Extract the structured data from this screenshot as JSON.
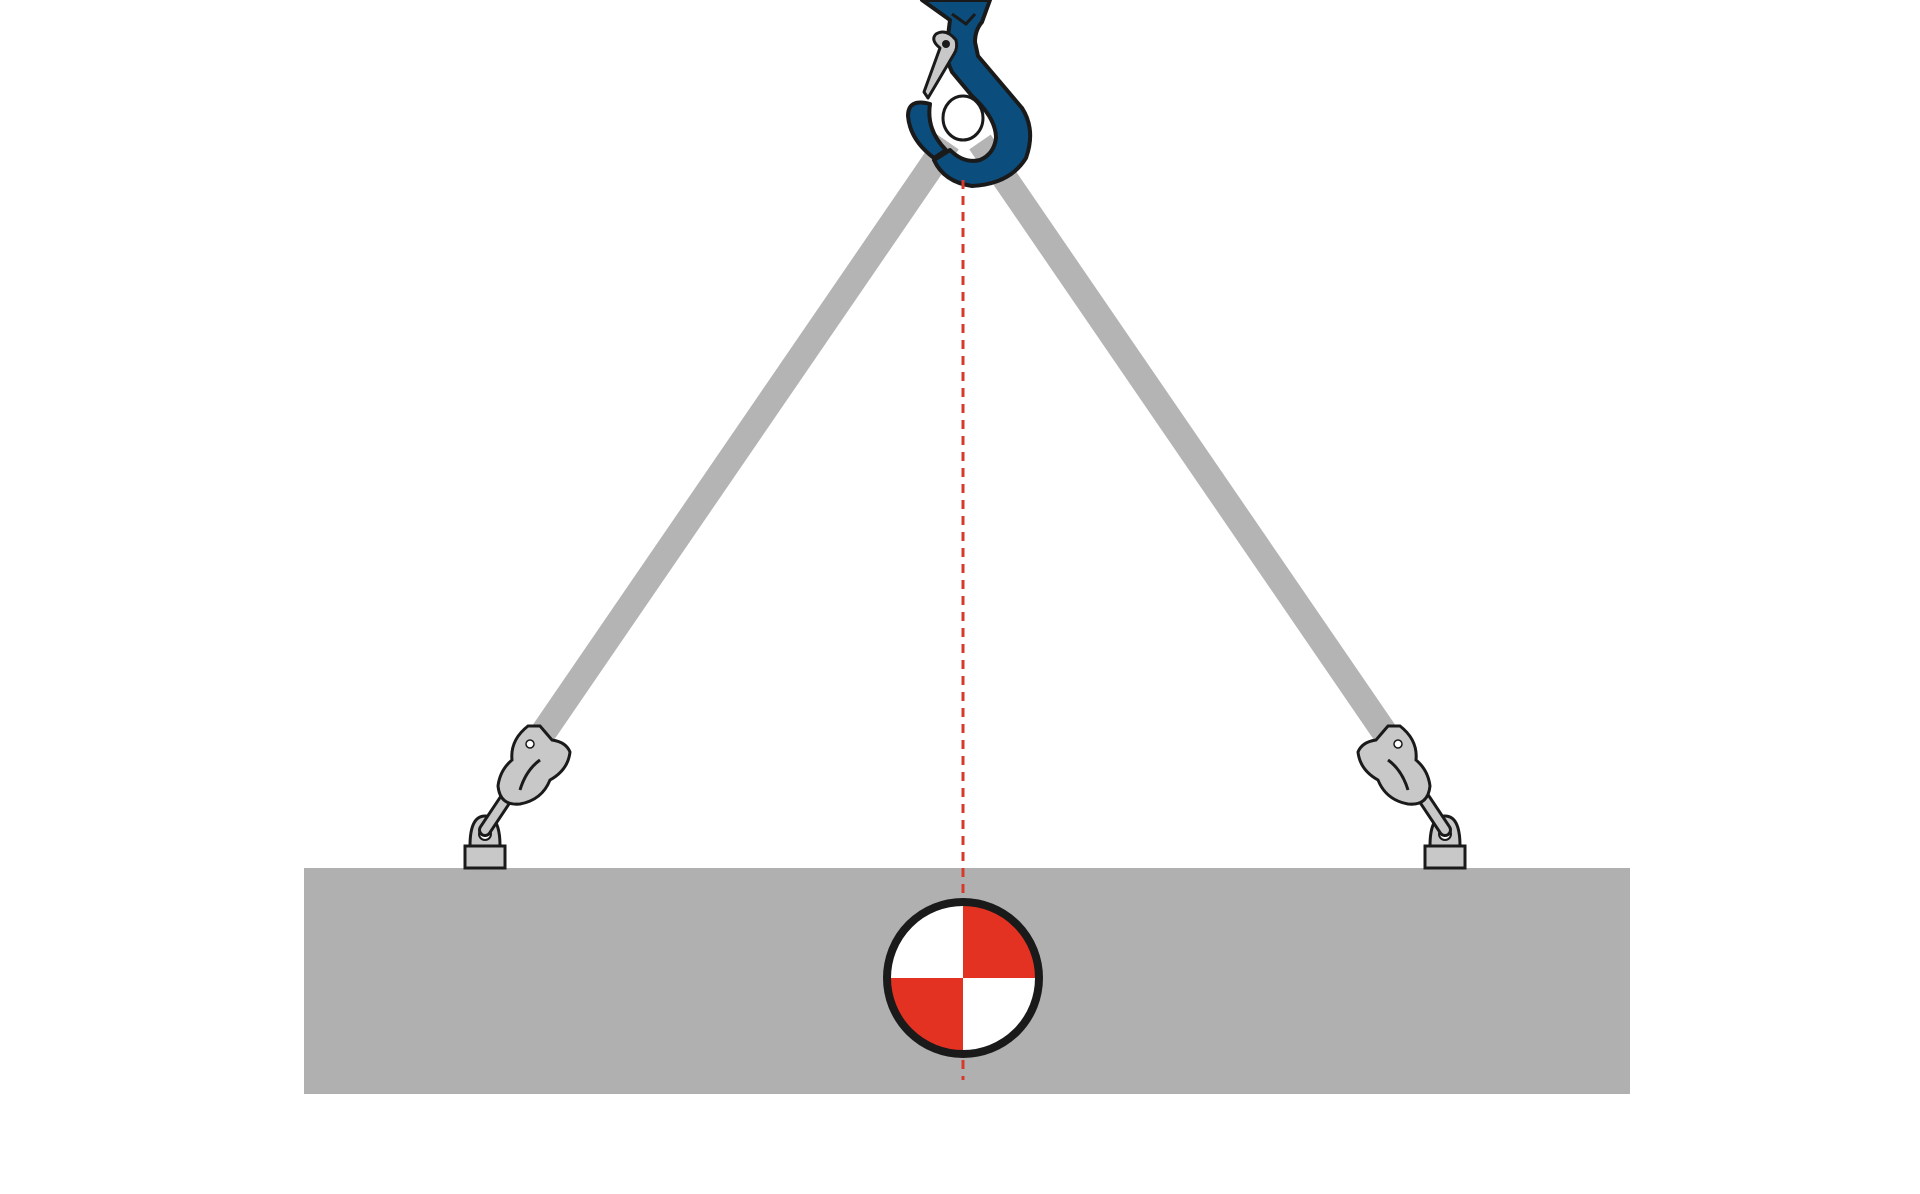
{
  "diagram": {
    "colors": {
      "background": "#ffffff",
      "load": "#b0b0b0",
      "sling": "#b4b4b4",
      "hook": "#0b4d7d",
      "outline": "#1a1a1a",
      "cog_red": "#e33222",
      "plumb_line": "#d63a2f",
      "hardware": "#c8c8c8"
    },
    "elements": {
      "hook_icon": "crane-hook",
      "cog_icon": "center-of-gravity-symbol",
      "shackle_icon": "shackle-hook"
    }
  }
}
